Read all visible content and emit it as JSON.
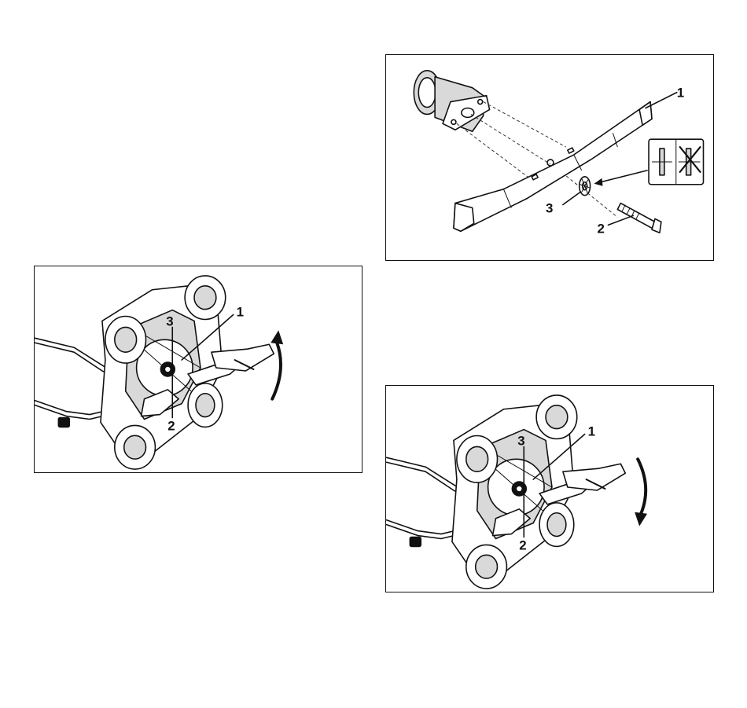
{
  "figures": [
    {
      "id": "blade-assembly",
      "callouts": [
        "1",
        "2",
        "3"
      ]
    },
    {
      "id": "loosen-blade",
      "callouts": [
        "1",
        "2",
        "3"
      ],
      "rotation_icon": "curved-arrow-up-icon"
    },
    {
      "id": "tighten-blade",
      "callouts": [
        "1",
        "2",
        "3"
      ],
      "rotation_icon": "curved-arrow-down-icon"
    }
  ]
}
